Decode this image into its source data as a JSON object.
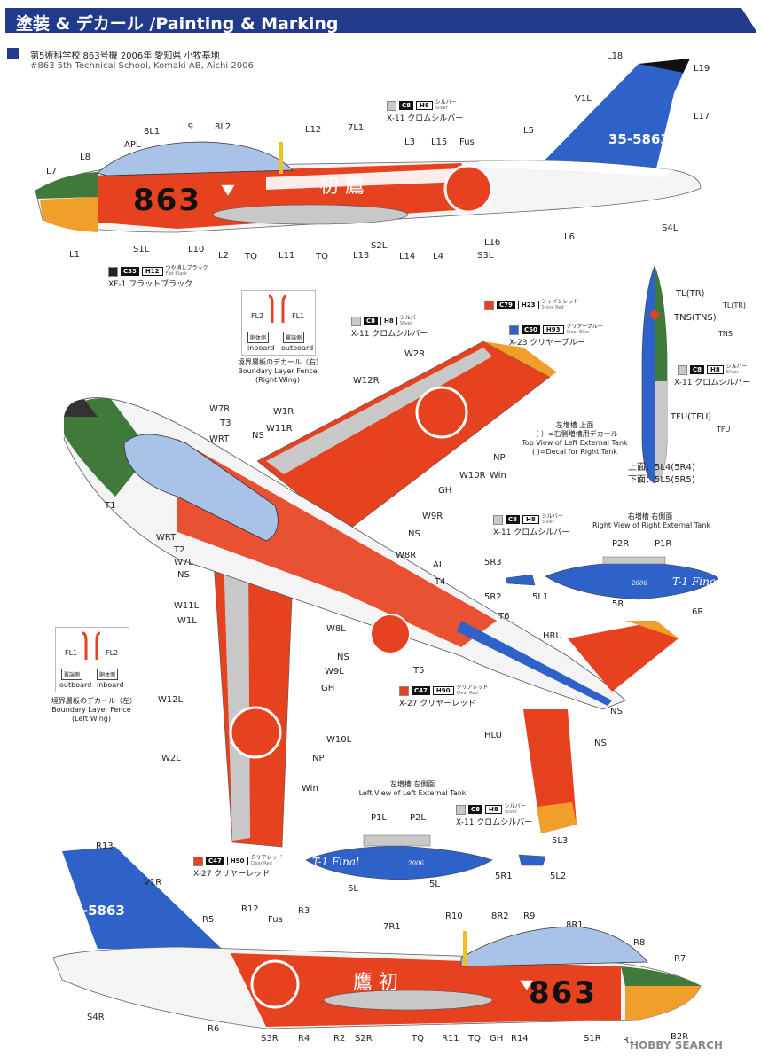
{
  "header": {
    "title": "塗装 & デカール /Painting & Marking"
  },
  "subtitle": {
    "jp": "第5術科学校 863号機 2006年 愛知県 小牧基地",
    "en": "#863 5th Technical School, Komaki AB, Aichi 2006"
  },
  "colors": {
    "header": "#213a8c",
    "red": "#e6421f",
    "orange": "#f0a02a",
    "blue": "#2f62c8",
    "green": "#3f7a3a",
    "silver": "#c8c8c8",
    "flatblack": "#222222"
  },
  "paints": {
    "silver_top": {
      "code1": "C8",
      "code2": "H8",
      "name_jp": "シルバー",
      "name_en": "Silver",
      "full": "X-11 クロムシルバー"
    },
    "flatblack": {
      "code1": "C33",
      "code2": "H12",
      "name_jp": "つや消しブラック",
      "name_en": "Flat Black",
      "full": "XF-1 フラットブラック"
    },
    "shinered": {
      "code1": "C79",
      "code2": "H23",
      "name_jp": "シャインレッド",
      "name_en": "Shine Red"
    },
    "silver_wing": {
      "code1": "C8",
      "code2": "H8",
      "name_jp": "シルバー",
      "name_en": "Silver",
      "full": "X-11 クロムシルバー"
    },
    "clearblue": {
      "code1": "C50",
      "code2": "H93",
      "name_jp": "クリアーブルー",
      "name_en": "Clear Blue",
      "full": "X-23 クリヤーブルー"
    },
    "silver_tank": {
      "code1": "C8",
      "code2": "H8",
      "name_jp": "シルバー",
      "name_en": "Silver",
      "full": "X-11 クロムシルバー"
    },
    "silver_right": {
      "code1": "C8",
      "code2": "H8",
      "name_jp": "シルバー",
      "name_en": "Silver",
      "full": "X-11 クロムシルバー"
    },
    "clearred_mid": {
      "code1": "C47",
      "code2": "H90",
      "name_jp": "クリアレッド",
      "name_en": "Clear Red",
      "full": "X-27 クリヤーレッド"
    },
    "silver_left": {
      "code1": "C8",
      "code2": "H8",
      "name_jp": "シルバー",
      "name_en": "Silver",
      "full": "X-11 クロムシルバー"
    },
    "clearred_low": {
      "code1": "C47",
      "code2": "H90",
      "name_jp": "クリアレッド",
      "name_en": "Clear Red",
      "full": "X-27 クリヤーレッド"
    }
  },
  "fence_right": {
    "fl2": "FL2",
    "fl1": "FL1",
    "inboard_jp": "胴体側",
    "inboard": "inboard",
    "outboard_jp": "翼端側",
    "outboard": "outboard",
    "cap_jp": "境界層板のデカール（右）",
    "cap_en1": "Boundary Layer Fence",
    "cap_en2": "(Right Wing)"
  },
  "fence_left": {
    "fl1": "FL1",
    "fl2": "FL2",
    "outboard_jp": "翼端側",
    "outboard": "outboard",
    "inboard_jp": "胴体側",
    "inboard": "inboard",
    "cap_jp": "境界層板のデカール（左）",
    "cap_en1": "Boundary Layer Fence",
    "cap_en2": "(Left Wing)"
  },
  "tank_top": {
    "jp1": "左増槽 上面",
    "jp2": "（ ）=右側増槽用デカール",
    "en1": "Top View of Left External Tank",
    "en2": "( )=Decal for Right Tank",
    "upper": "上面：5L4(5R4)",
    "lower": "下面：5L5(5R5)",
    "tl": "TL(TR)",
    "tl_sm": "TL(TR)",
    "tns": "TNS(TNS)",
    "tns_sm": "TNS",
    "tfu": "TFU(TFU)",
    "tfu_sm": "TFU"
  },
  "tank_right": {
    "jp": "右増槽 右側面",
    "en": "Right View of Right External Tank",
    "text": "T-1 Final",
    "year": "2006"
  },
  "tank_left": {
    "jp": "左増槽 左側面",
    "en": "Left View of Left External Tank",
    "text": "T-1 Final",
    "year": "2006"
  },
  "aircraft": {
    "number": "863",
    "tail": "35-5863",
    "kanji": "初 鷹",
    "kanji_r": "鷹 初"
  },
  "labels": {
    "top": [
      "L18",
      "L19",
      "V1L",
      "L17",
      "L5",
      "L7",
      "L8",
      "APL",
      "8L1",
      "L9",
      "8L2",
      "L12",
      "7L1",
      "L3",
      "L15",
      "Fus",
      "L1",
      "S1L",
      "L10",
      "L2",
      "TQ",
      "L11",
      "TQ",
      "L13",
      "S2L",
      "L14",
      "L4",
      "S3L",
      "L16",
      "L6",
      "S4L"
    ],
    "wing_right": [
      "W2R",
      "W12R",
      "W7R",
      "W1R",
      "T3",
      "W11R",
      "WRT",
      "NS",
      "NP",
      "W10R",
      "Win",
      "GH",
      "W9R",
      "NS",
      "W8R",
      "AL",
      "T1"
    ],
    "wing_left": [
      "WRT",
      "T2",
      "W7L",
      "NS",
      "W11L",
      "W1L",
      "W8L",
      "NS",
      "W9L",
      "GH",
      "W12L",
      "W10L",
      "NP",
      "W2L",
      "Win",
      "T4",
      "T6",
      "T5",
      "HRU",
      "NS",
      "HLU",
      "NS"
    ],
    "tank_r": [
      "P2R",
      "P1R",
      "5R3",
      "5R2",
      "5L1",
      "5R",
      "6R"
    ],
    "tank_l": [
      "P1L",
      "P2L",
      "5L3",
      "5R1",
      "5L2",
      "6L",
      "5L"
    ],
    "bottom": [
      "R13",
      "V1R",
      "R5",
      "R12",
      "Fus",
      "R3",
      "R10",
      "7R1",
      "8R2",
      "R9",
      "8R1",
      "R8",
      "R7",
      "S4R",
      "R6",
      "S3R",
      "R4",
      "R2",
      "S2R",
      "TQ",
      "R11",
      "TQ",
      "GH",
      "R14",
      "S1R",
      "R1",
      "B2R"
    ]
  },
  "watermark": "HOBBY SEARCH"
}
